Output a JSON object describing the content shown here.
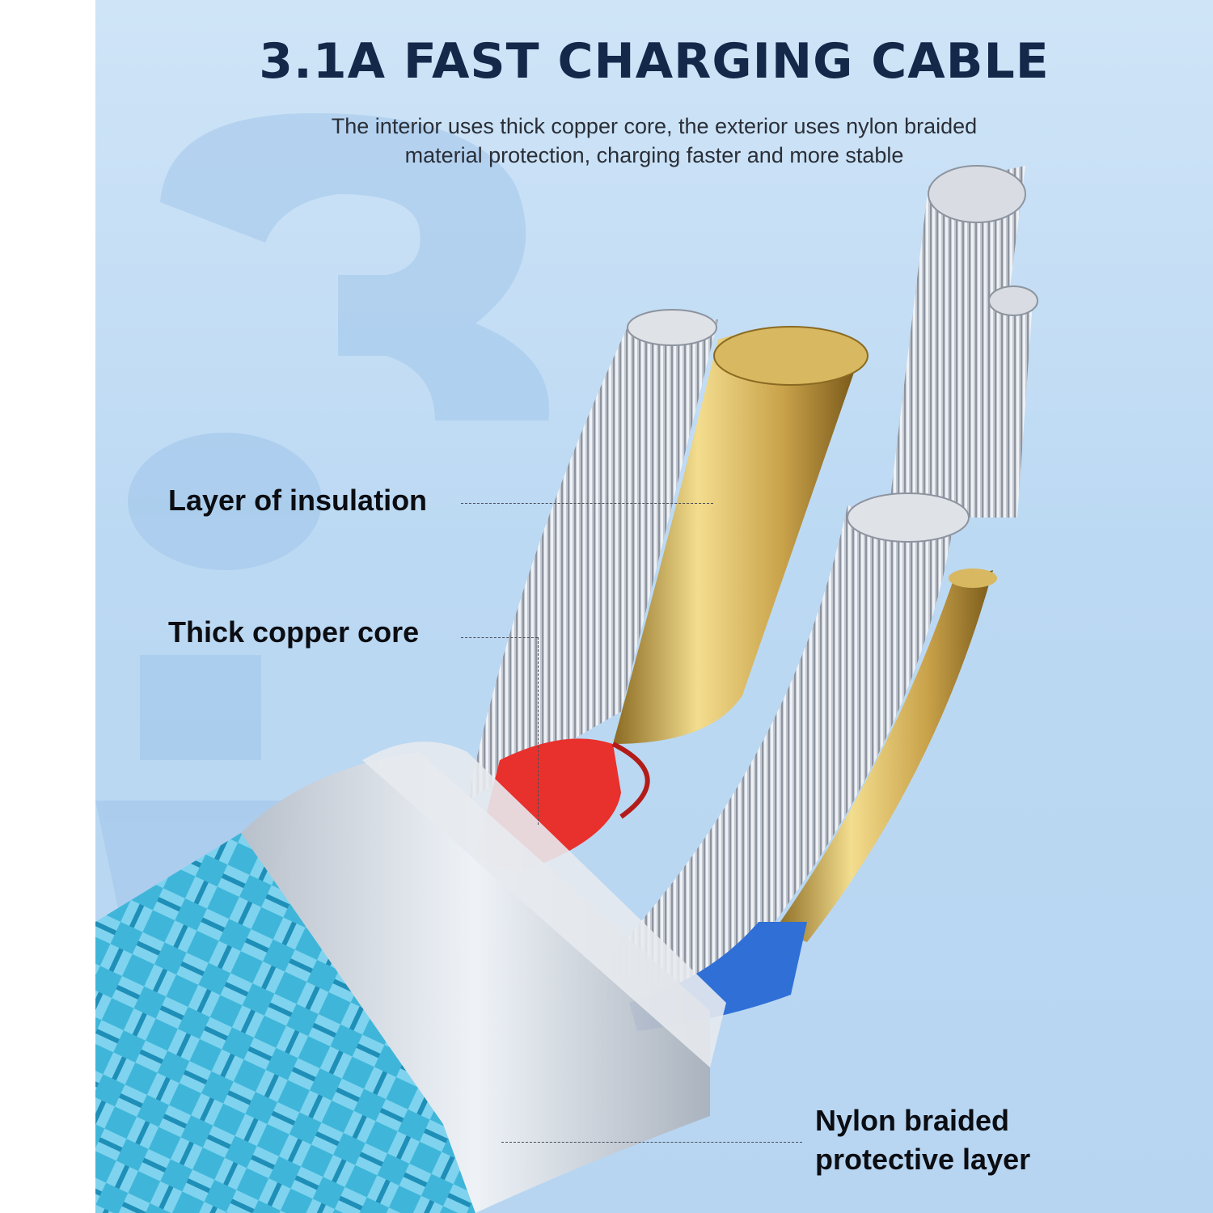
{
  "title": "3.1A FAST CHARGING CABLE",
  "subtitle_lines": [
    "The interior uses thick copper core, the exterior uses nylon braided",
    "material protection, charging faster and more stable"
  ],
  "callouts": {
    "insulation": "Layer of insulation",
    "copper": "Thick copper core",
    "nylon_lines": [
      "Nylon braided",
      "protective layer"
    ]
  },
  "colors": {
    "background": "#bcd9f3",
    "title": "#14284a",
    "braid": "#3fb6d9",
    "copper_gold": "#c9a24a",
    "insulation_red": "#e8302c",
    "insulation_blue": "#2f6fd6",
    "silver": "#c9ced6"
  }
}
